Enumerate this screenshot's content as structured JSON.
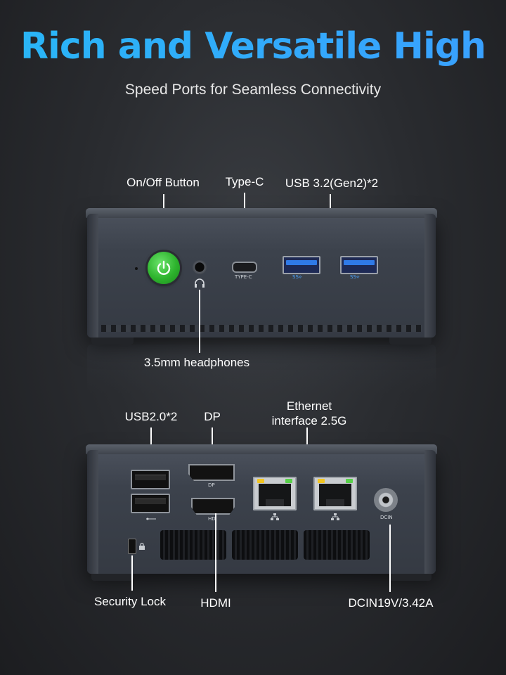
{
  "header": {
    "title": "Rich and Versatile High",
    "subtitle": "Speed Ports for Seamless Connectivity"
  },
  "front_labels": {
    "power": "On/Off Button",
    "typec": "Type-C",
    "usb3": "USB 3.2(Gen2)*2",
    "audio": "3.5mm headphones"
  },
  "front_port_marks": {
    "typec": "TYPE-C",
    "usb3_a": "SS⟡",
    "usb3_b": "SS⟡"
  },
  "back_labels": {
    "usb2": "USB2.0*2",
    "dp": "DP",
    "ethernet": "Ethernet\ninterface 2.5G",
    "lock": "Security Lock",
    "hdmi": "HDMI",
    "dcin": "DCIN19V/3.42A"
  },
  "back_port_marks": {
    "dcin": "DCIN",
    "dp": "DP",
    "hdmi": "HD"
  },
  "colors": {
    "title_gradient": [
      "#29b6f6",
      "#3aa0ff"
    ],
    "power_button": "#2db32d",
    "usb3_tongue": "#2f7ae8",
    "rj45_led_left": "#f2c522",
    "rj45_led_right": "#58d04a"
  }
}
